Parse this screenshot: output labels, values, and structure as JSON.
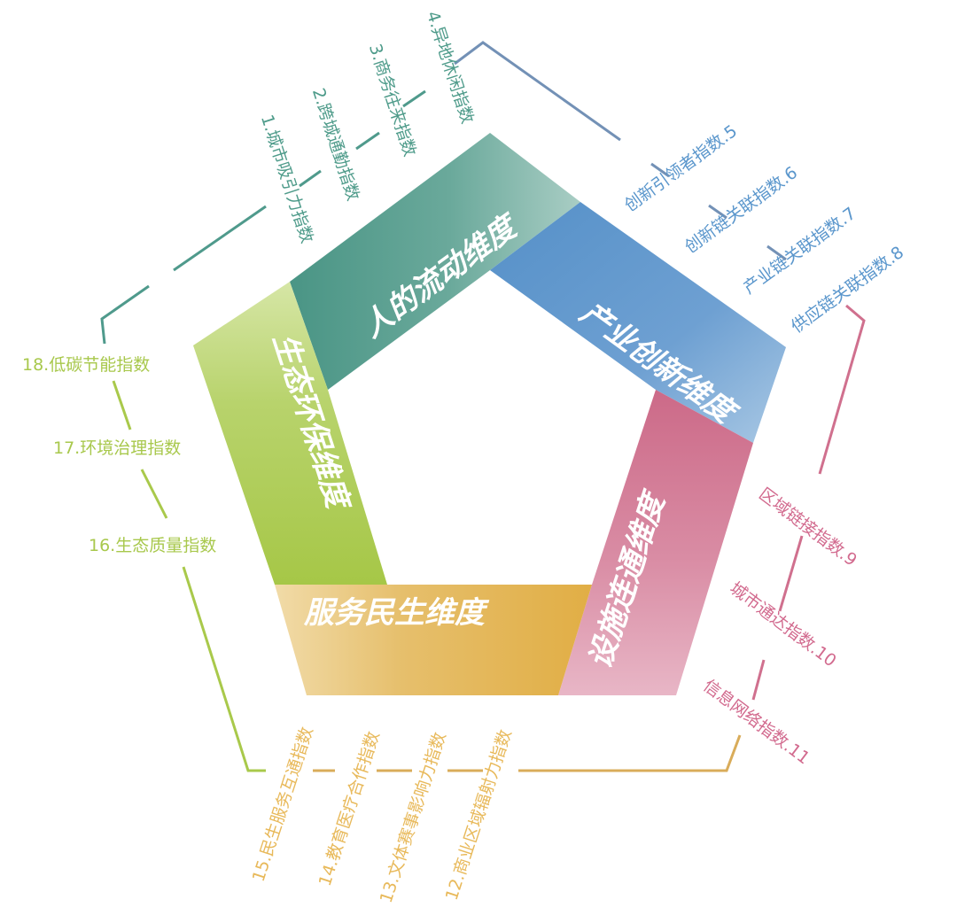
{
  "colors": {
    "people_flow": "#4f9a8c",
    "industry_innovation": "#5b93c7",
    "infrastructure": "#d0708e",
    "public_service": "#e3b24c",
    "ecology": "#a9c94b",
    "outline_top_right": "#7391b6"
  },
  "dimensions": {
    "people_flow": "人的流动维度",
    "industry_innovation": "产业创新维度",
    "infrastructure": "设施连通维度",
    "public_service": "服务民生维度",
    "ecology": "生态环保维度"
  },
  "indices": {
    "i1": "1.城市吸引力指数",
    "i2": "2.跨城通勤指数",
    "i3": "3.商务往来指数",
    "i4": "4.异地休闲指数",
    "i5": "创新引领者指数.5",
    "i6": "创新链关联指数.6",
    "i7": "产业链关联指数.7",
    "i8": "供应链关联指数.8",
    "i9": "区域链接指数.9",
    "i10": "城市通达指数.10",
    "i11": "信息网络指数.11",
    "i12": "12.商业区域辐射力指数",
    "i13": "13.文体赛事影响力指数",
    "i14": "14.教育医疗合作指数",
    "i15": "15.民生服务互通指数",
    "i16": "16.生态质量指数",
    "i17": "17.环境治理指数",
    "i18": "18.低碳节能指数"
  }
}
